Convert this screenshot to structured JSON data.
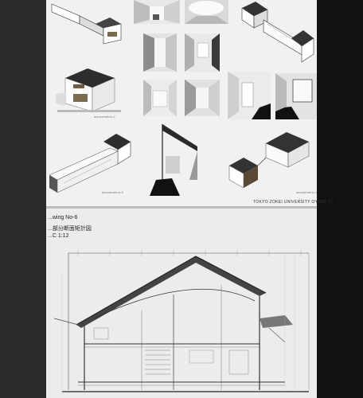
{
  "upper_board": {
    "footer_text": "TOKYO ZOKEI UNIVERSITY OYOBE YI",
    "captions": {
      "elevation": "axonometric-2",
      "long_house": "axonometric-3",
      "right_house": "axonometric-4"
    }
  },
  "lower_board": {
    "drawing_number": "...wing No-6",
    "drawing_title": "...部分断面矩計図",
    "drawing_scale": "...C 1:12"
  }
}
